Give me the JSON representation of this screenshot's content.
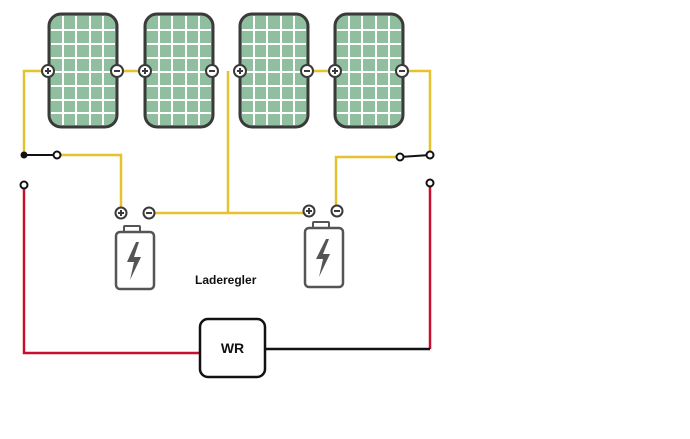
{
  "diagram": {
    "panels": {
      "count": 4,
      "terminal_plus": "+",
      "terminal_minus": "−"
    },
    "labels": {
      "charge_controller": "Laderegler",
      "inverter": "WR"
    },
    "colors": {
      "panel_fill": "#8fbf9f",
      "panel_grid": "#ffffff",
      "panel_stroke": "#3a3a3a",
      "wire_positive_string": "#e6c22e",
      "wire_ac_red": "#c8102e",
      "wire_ac_black": "#111111",
      "battery_stroke": "#555555"
    },
    "icons": [
      "solar-panel-icon",
      "battery-charge-icon",
      "switch-icon"
    ]
  }
}
